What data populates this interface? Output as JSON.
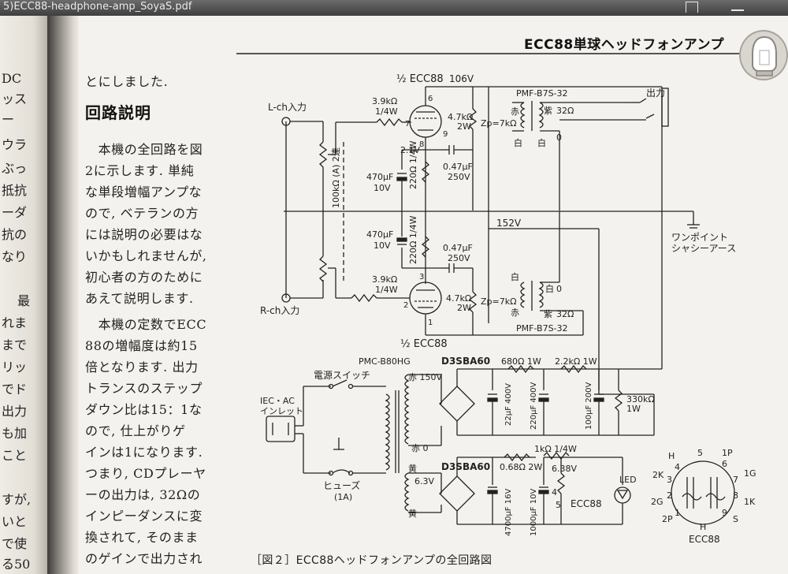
{
  "viewer": {
    "document_title": "5)ECC88-headphone-amp_SoyaS.pdf"
  },
  "left_page": {
    "fragments": [
      "DC",
      "ッス",
      "ー",
      "ウラ",
      "ぶっ",
      "抵抗",
      "ーダ",
      "抗の",
      "なり",
      "最",
      "れま",
      "まで",
      "リッ",
      "でド",
      "出力",
      "も加",
      "こと",
      "すが,",
      "いと",
      "で使",
      "る50"
    ]
  },
  "header": {
    "title": "ECC88単球ヘッドフォンアンプ"
  },
  "article": {
    "lead_line": "とにしました.",
    "section_heading": "回路説明",
    "paragraph1": [
      "　本機の全回路を図",
      "2に示します. 単純",
      "な単段増幅アンプな",
      "ので, ベテランの方",
      "には説明の必要はな",
      "いかもしれませんが,",
      "初心者の方のために",
      "あえて説明します."
    ],
    "paragraph2": [
      "　本機の定数でECC",
      "88の増幅度は約15",
      "倍となります. 出力",
      "トランスのステップ",
      "ダウン比は15：1な",
      "ので, 仕上がりゲ",
      "インは1になります.",
      "つまり, CDプレーヤ",
      "ーの出力は, 32Ωの",
      "インピーダンスに変",
      "換されて, そのまま",
      "のゲインで出力され"
    ]
  },
  "schematic": {
    "labels": {
      "tube_top": "½ ECC88",
      "v106": "106V",
      "pmf_top": "PMF-B7S-32",
      "output": "出力",
      "lin": "L-ch入力",
      "r1a": "3.9kΩ",
      "r1b": "1/4W",
      "pin6": "6",
      "pin7": "7",
      "pin8": "8",
      "pin9": "9",
      "rk1a": "4.7kΩ",
      "rk1b": "2W",
      "zp1": "Zp=7kΩ",
      "aka1": "赤",
      "murasaki1": "紫",
      "ohm32a": "32Ω",
      "shiro1": "白",
      "shiro1b": "白",
      "zero1": "0",
      "v21": "2.1V",
      "c047a": "0.47μF",
      "v250a": "250V",
      "c470a": "470μF",
      "v10a": "10V",
      "r220a": "220Ω 1/4W",
      "vol": "100kΩ (A) 2連",
      "v152": "152V",
      "one_point": "ワンポイント",
      "chassis": "シャシーアース",
      "c470b": "470μF",
      "v10b": "10V",
      "r220b": "220Ω 1/4W",
      "c047b": "0.47μF",
      "v250b": "250V",
      "r2a": "3.9kΩ",
      "r2b": "1/4W",
      "pin3": "3",
      "pin2": "2",
      "pin1": "1",
      "rk2a": "4.7kΩ",
      "rk2b": "2W",
      "zp2": "Zp=7kΩ",
      "shiro2": "白",
      "shiro2b": "白",
      "zero2": "0",
      "aka2": "赤",
      "murasaki2": "紫",
      "ohm32b": "32Ω",
      "pmf_bot": "PMF-B7S-32",
      "rin": "R-ch入力",
      "tube_bot": "½ ECC88",
      "pmc": "PMC-B80HG",
      "d3_1": "D3SBA60",
      "r680": "680Ω 1W",
      "r22k": "2.2kΩ 1W",
      "power_sw": "電源スイッチ",
      "aka150": "赤 150V",
      "iec1": "IEC・AC",
      "iec2": "インレット",
      "c22": "22μF 400V",
      "c220": "220μF 400V",
      "c100": "100μF 200V",
      "r330a": "330kΩ",
      "r330b": "1W",
      "aka0": "赤 0",
      "r1k": "1kΩ 1/4W",
      "fuse": "ヒューズ",
      "fuse_rating": "(1A)",
      "ki1": "黄",
      "v63": "6.3V",
      "d3_2": "D3SBA60",
      "r068": "0.68Ω 2W",
      "v638": "6.38V",
      "led": "LED",
      "c4700": "4700μF 16V",
      "c1000": "1000μF 10V",
      "pin4": "4",
      "pin5": "5",
      "ecc_heater": "ECC88",
      "ki2": "黄",
      "pin_h1": "H",
      "pin_5": "5",
      "pin_1p": "1P",
      "pin_4": "4",
      "pin_6": "6",
      "pin_2k": "2K",
      "pin_3": "3",
      "pin_7": "7",
      "pin_1g": "1G",
      "pin_2g": "2G",
      "pin_2": "2",
      "pin_8": "8",
      "pin_1k": "1K",
      "pin_1": "1",
      "pin_9": "9",
      "pin_2p": "2P",
      "pin_s": "S",
      "pin_h2": "H",
      "pinout_title": "ECC88"
    }
  },
  "figure": {
    "caption": "［図２］ECC88ヘッドフォンアンプの全回路図"
  }
}
